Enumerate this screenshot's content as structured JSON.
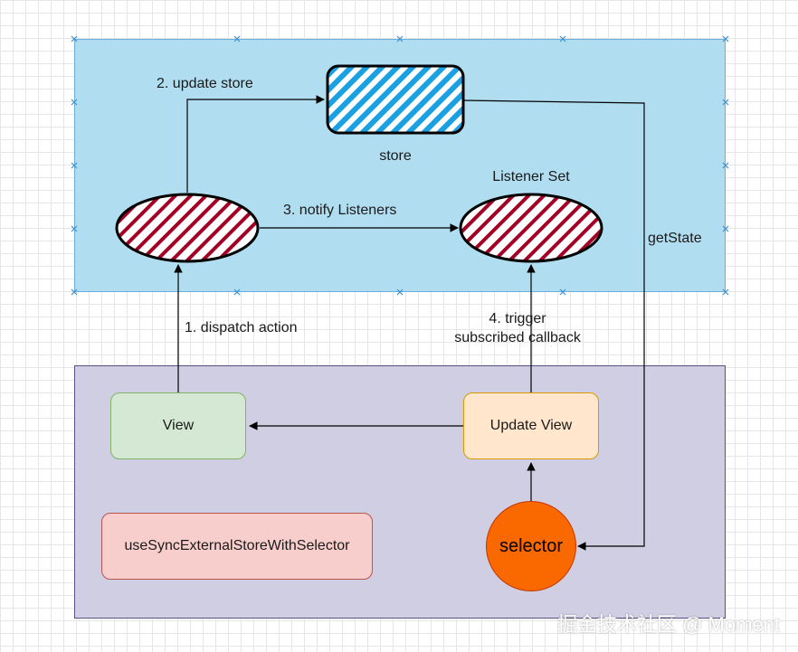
{
  "colors": {
    "top_region_fill": "#b1ddf0",
    "bottom_region_fill": "#d0cee2",
    "store_fill": "#1ba1e2",
    "ellipse_fill": "#a20025",
    "view_fill": "#d5e8d4",
    "update_view_fill": "#ffe6cc",
    "hook_fill": "#f8cecc",
    "selector_fill": "#fa6800"
  },
  "nodes": {
    "store_label": "store",
    "listener_set_label": "Listener Set",
    "view_label": "View",
    "update_view_label": "Update View",
    "hook_label": "useSyncExternalStoreWithSelector",
    "selector_label": "selector"
  },
  "edges": {
    "update_store": "2. update store",
    "notify_listeners": "3. notify Listeners",
    "get_state": "getState",
    "dispatch_action": "1. dispatch action",
    "trigger_line1": "4. trigger",
    "trigger_line2": "subscribed callback"
  },
  "watermark": "掘金技术社区 @ Moment"
}
